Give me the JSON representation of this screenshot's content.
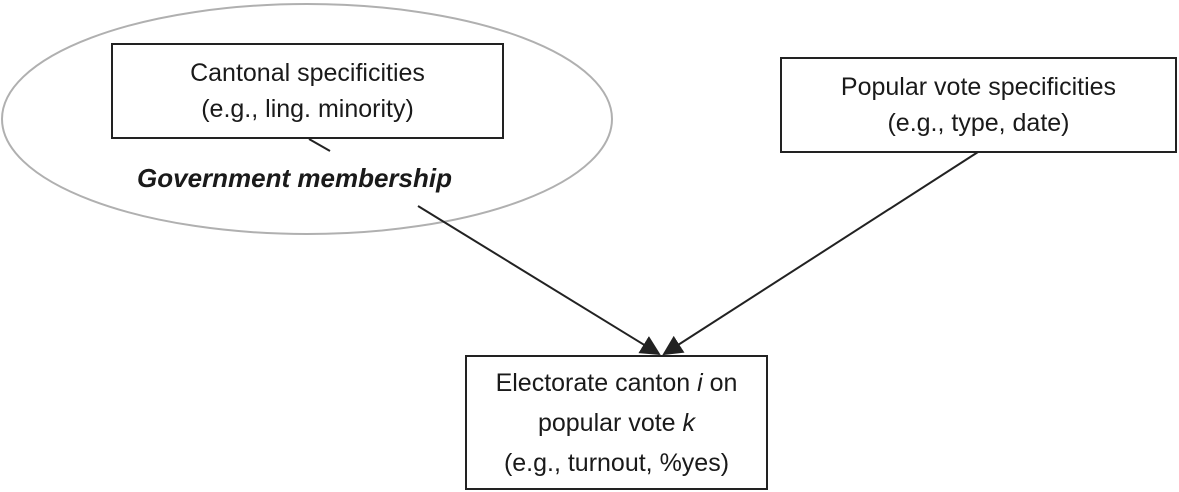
{
  "nodes": {
    "cantonal": {
      "line1": "Cantonal specificities",
      "line2": "(e.g., ling. minority)"
    },
    "moderator": {
      "label": "Government membership"
    },
    "popular_vote": {
      "line1": "Popular vote specificities",
      "line2": "(e.g., type, date)"
    },
    "electorate": {
      "line1_a": "Electorate canton ",
      "line1_i": "i",
      "line1_b": " on",
      "line2_a": "popular vote ",
      "line2_k": "k",
      "line3": "(e.g., turnout, %yes)"
    }
  },
  "edges": [
    {
      "from": "cantonal",
      "to": "electorate"
    },
    {
      "from": "popular_vote",
      "to": "electorate"
    }
  ],
  "colors": {
    "stroke": "#222222",
    "ellipse": "#b0b0b0"
  }
}
